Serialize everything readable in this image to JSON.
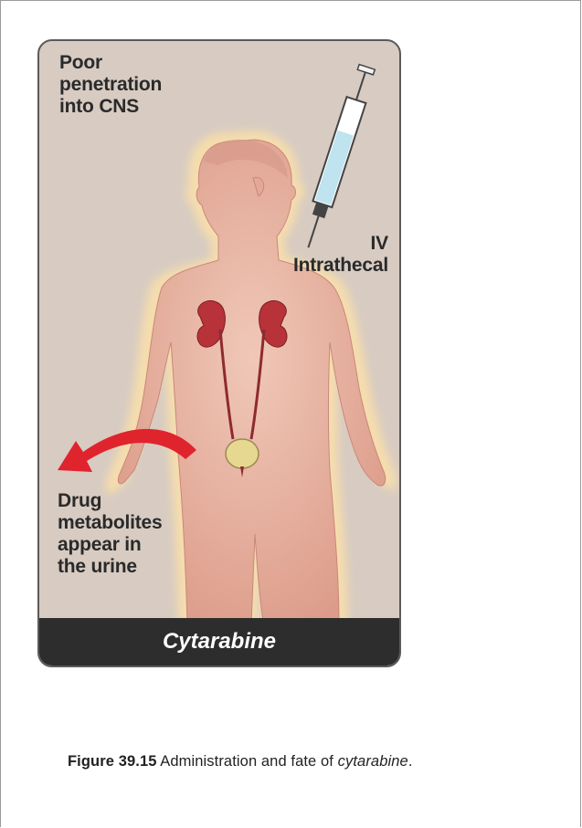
{
  "figure": {
    "labels": {
      "cns_penetration": [
        "Poor",
        "penetration",
        "into CNS"
      ],
      "routes": [
        "IV",
        "Intrathecal"
      ],
      "excretion": [
        "Drug",
        "metabolites",
        "appear in",
        "the urine"
      ]
    },
    "drug_name": "Cytarabine"
  },
  "caption": {
    "number": "Figure 39.15",
    "text": " Administration and fate of ",
    "drug": "cytarabine",
    "end": "."
  },
  "colors": {
    "panel_bg": "#d7cbc2",
    "body_skin": "#e8b4a4",
    "body_glow": "#f6dcae",
    "kidney": "#b8323a",
    "arrow": "#e0242e",
    "syringe_fluid": "#bfe3ef",
    "footer_bg": "#2e2d2d"
  },
  "icons": {
    "syringe": "syringe-icon",
    "arrow": "curved-arrow-icon",
    "kidneys": "kidney-icon",
    "bladder": "bladder-icon"
  }
}
